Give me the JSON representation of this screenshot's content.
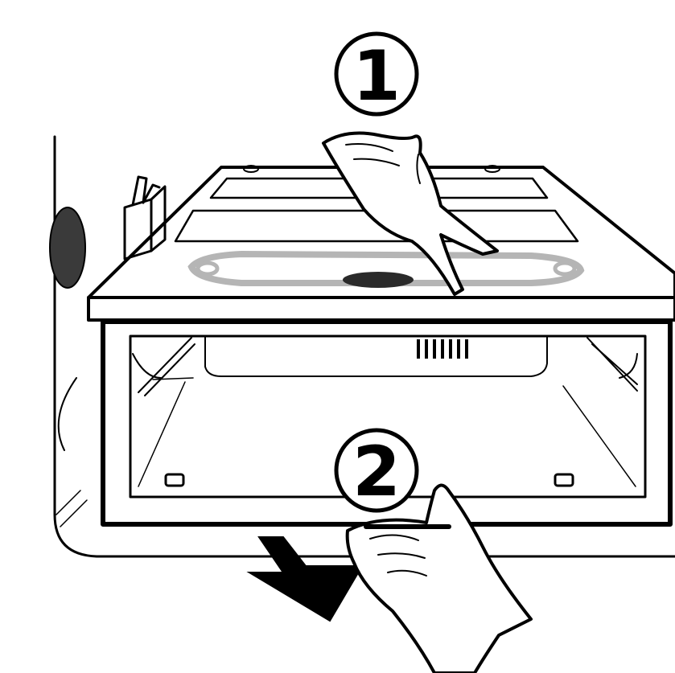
{
  "figure": {
    "steps": [
      {
        "label": "1",
        "action": "press-top"
      },
      {
        "label": "2",
        "action": "pull-drawer"
      }
    ],
    "colors": {
      "ink": "#000000",
      "background": "#ffffff",
      "shading": "#b5b5b5",
      "dark_fill": "#2a2a2a"
    },
    "icons": [
      "hand-icon",
      "down-arrow-icon",
      "callout-circle-icon"
    ]
  }
}
